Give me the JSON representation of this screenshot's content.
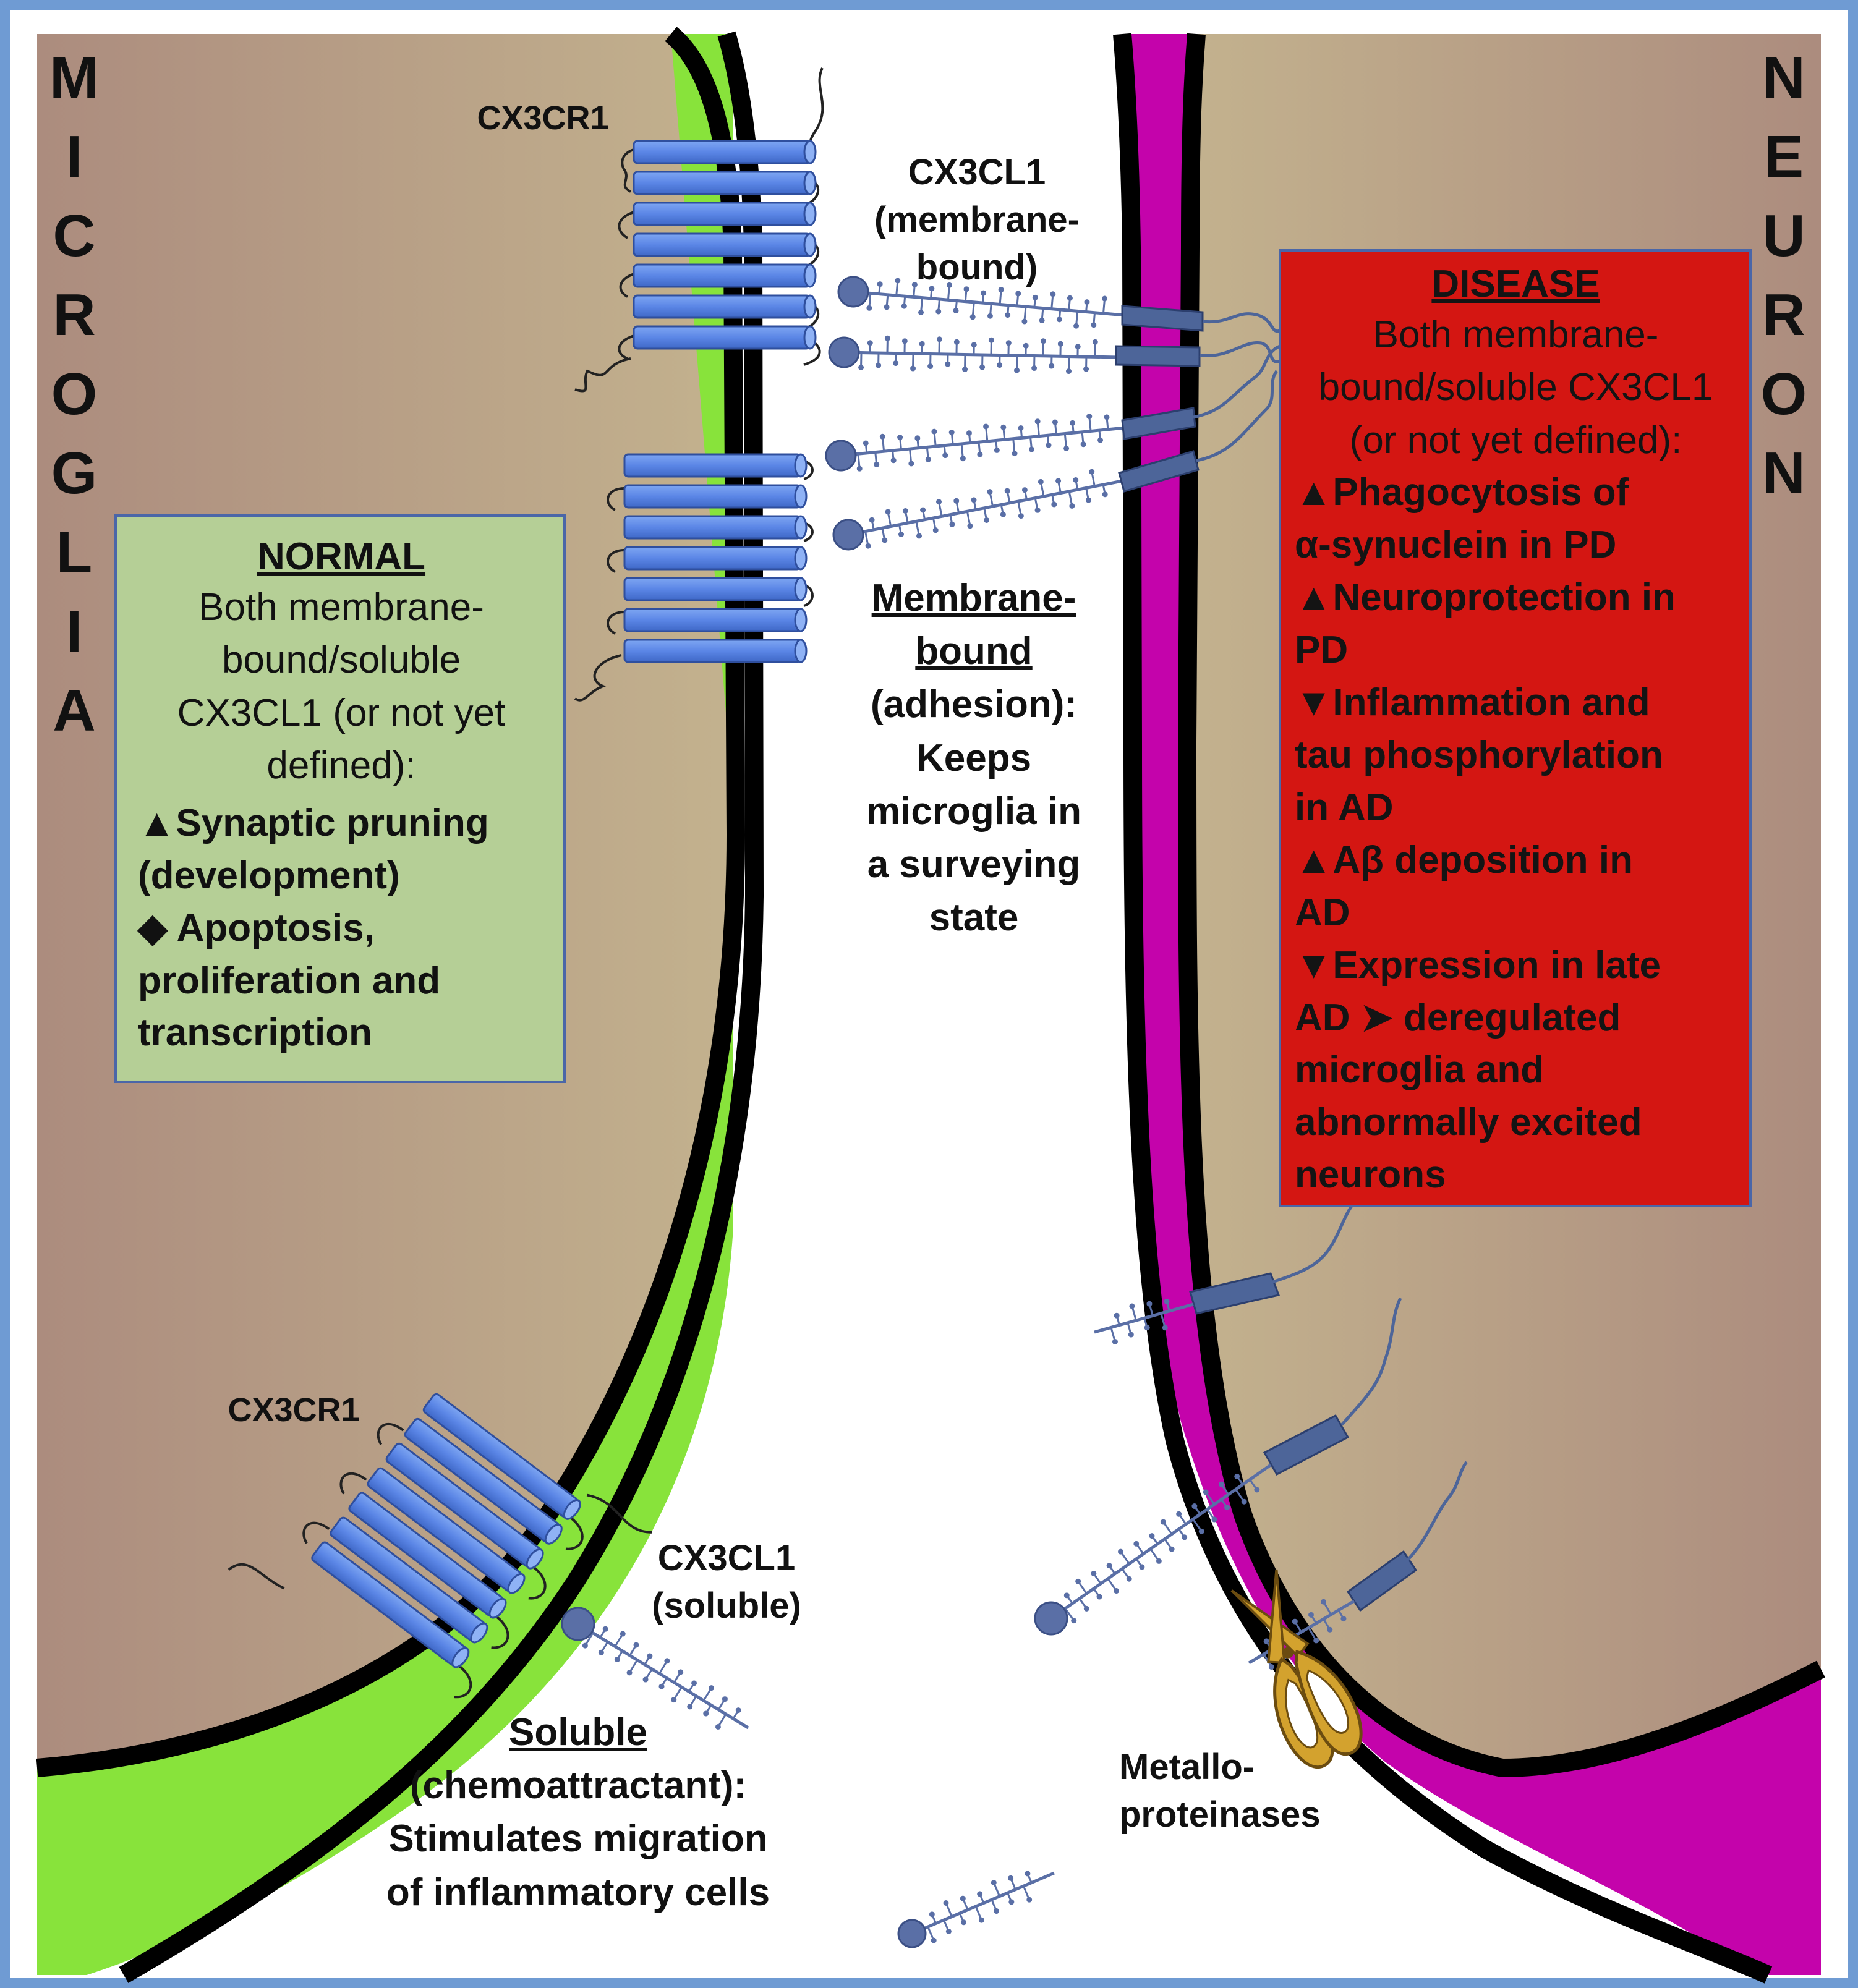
{
  "left_cell": {
    "letters": [
      "M",
      "I",
      "C",
      "R",
      "O",
      "G",
      "L",
      "I",
      "A"
    ]
  },
  "right_cell": {
    "letters": [
      "N",
      "E",
      "U",
      "R",
      "O",
      "N"
    ]
  },
  "labels": {
    "cx3cr1_top": "CX3CR1",
    "cx3cr1_bottom": "CX3CR1",
    "cx3cl1_membrane": [
      "CX3CL1",
      "(membrane-",
      "bound)"
    ],
    "cx3cl1_soluble": [
      "CX3CL1",
      "(soluble)"
    ],
    "metalloproteinases": [
      "Metallo-",
      "proteinases"
    ]
  },
  "membrane_bound_desc": {
    "title_lines": [
      "Membrane-",
      "bound"
    ],
    "body_lines": [
      "(adhesion):",
      "Keeps",
      "microglia in",
      "a surveying",
      "state"
    ]
  },
  "soluble_desc": {
    "title": "Soluble",
    "body_lines": [
      "(chemoattractant):",
      "Stimulates migration",
      "of inflammatory cells"
    ]
  },
  "normal_box": {
    "title": "NORMAL",
    "intro_lines": [
      "Both membrane-",
      "bound/soluble",
      "CX3CL1 (or not yet",
      "defined):"
    ],
    "items": [
      "▲Synaptic pruning",
      "(development)",
      "◆ Apoptosis,",
      "proliferation and",
      "transcription"
    ]
  },
  "disease_box": {
    "title": "DISEASE",
    "intro_lines": [
      "Both membrane-",
      "bound/soluble CX3CL1",
      "(or not yet defined):"
    ],
    "items": [
      "▲Phagocytosis of",
      "α-synuclein in PD",
      "▲Neuroprotection in",
      "PD",
      "▼Inflammation and",
      "tau phosphorylation",
      "in AD",
      "▲Aβ deposition in",
      "AD",
      "▼Expression in late",
      "AD ➤ deregulated",
      "microglia and",
      "abnormally excited",
      "neurons"
    ]
  },
  "colors": {
    "frame": "#6f9bd3",
    "microglia_membrane": "#88e33b",
    "neuron_membrane": "#c403ab",
    "receptor": "#5b86e6",
    "ligand": "#5a6fa6",
    "normal_box": "#b5cf96",
    "disease_box": "#d41612",
    "scissors": "#d3a22e"
  }
}
